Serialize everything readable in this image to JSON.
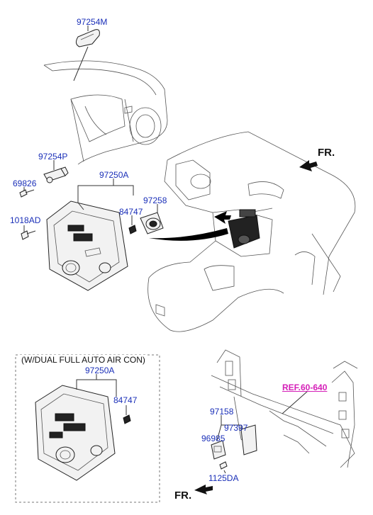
{
  "labels": {
    "p97254M": "97254M",
    "p97254P": "97254P",
    "p69826": "69826",
    "p1018AD": "1018AD",
    "p97250A_top": "97250A",
    "p84747_top": "84747",
    "p97258": "97258",
    "p97250A_box": "97250A",
    "p84747_box": "84747",
    "p97158": "97158",
    "p97397": "97397",
    "p96985": "96985",
    "p1125DA": "1125DA",
    "ref": "REF.60-640"
  },
  "direction": {
    "fr_top": "FR.",
    "fr_bottom": "FR."
  },
  "box": {
    "title": "(W/DUAL FULL AUTO AIR CON)"
  },
  "colors": {
    "part_number": "#1a2fb8",
    "reference": "#d51fb8",
    "line": "#333333"
  }
}
